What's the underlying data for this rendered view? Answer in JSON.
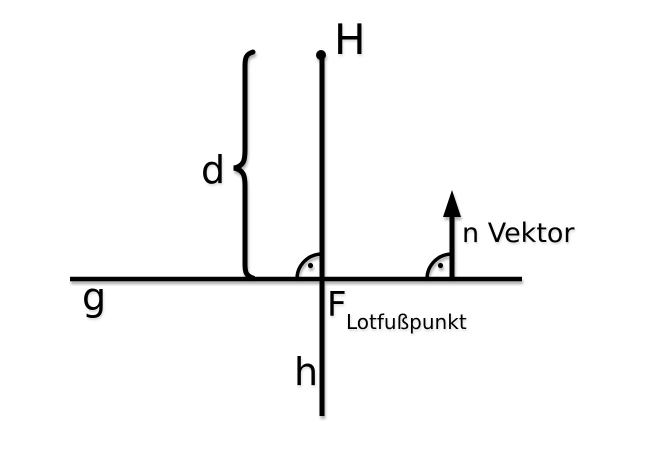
{
  "diagram": {
    "description": "Geometric sketch: distance d from point H to line g along perpendicular line h through foot point F (Lotfusspunkt), with normal vector n",
    "labels": {
      "point_h": "H",
      "distance_d": "d",
      "line_g": "g",
      "line_h": "h",
      "foot_point": "F",
      "foot_point_sub": "Lotfußpunkt",
      "normal_vector": "n Vektor"
    },
    "colors": {
      "stroke": "#000000",
      "background": "#ffffff"
    }
  }
}
